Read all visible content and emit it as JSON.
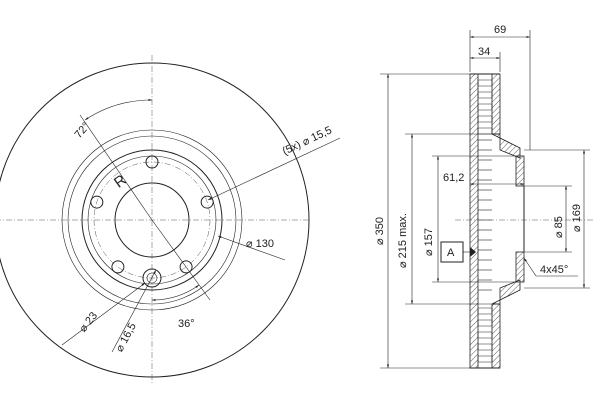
{
  "front_view": {
    "angle_bolt": "72°",
    "angle_hole": "36°",
    "bolt_holes": "(5x) ⌀ 15,5",
    "pcd": "⌀ 130",
    "centre_hole": "⌀ 23",
    "pin_hole": "⌀ 16,5",
    "mark": "R"
  },
  "section_view": {
    "overall_width": "69",
    "hat_offset": "34",
    "disc_diameter": "⌀ 350",
    "friction_max": "⌀ 215 max.",
    "hat_outer": "⌀ 157",
    "depth": "61,2",
    "centre_bore": "⌀ 85",
    "hat_od": "⌀ 169",
    "datum": "A",
    "chamfer": "4x45°"
  }
}
